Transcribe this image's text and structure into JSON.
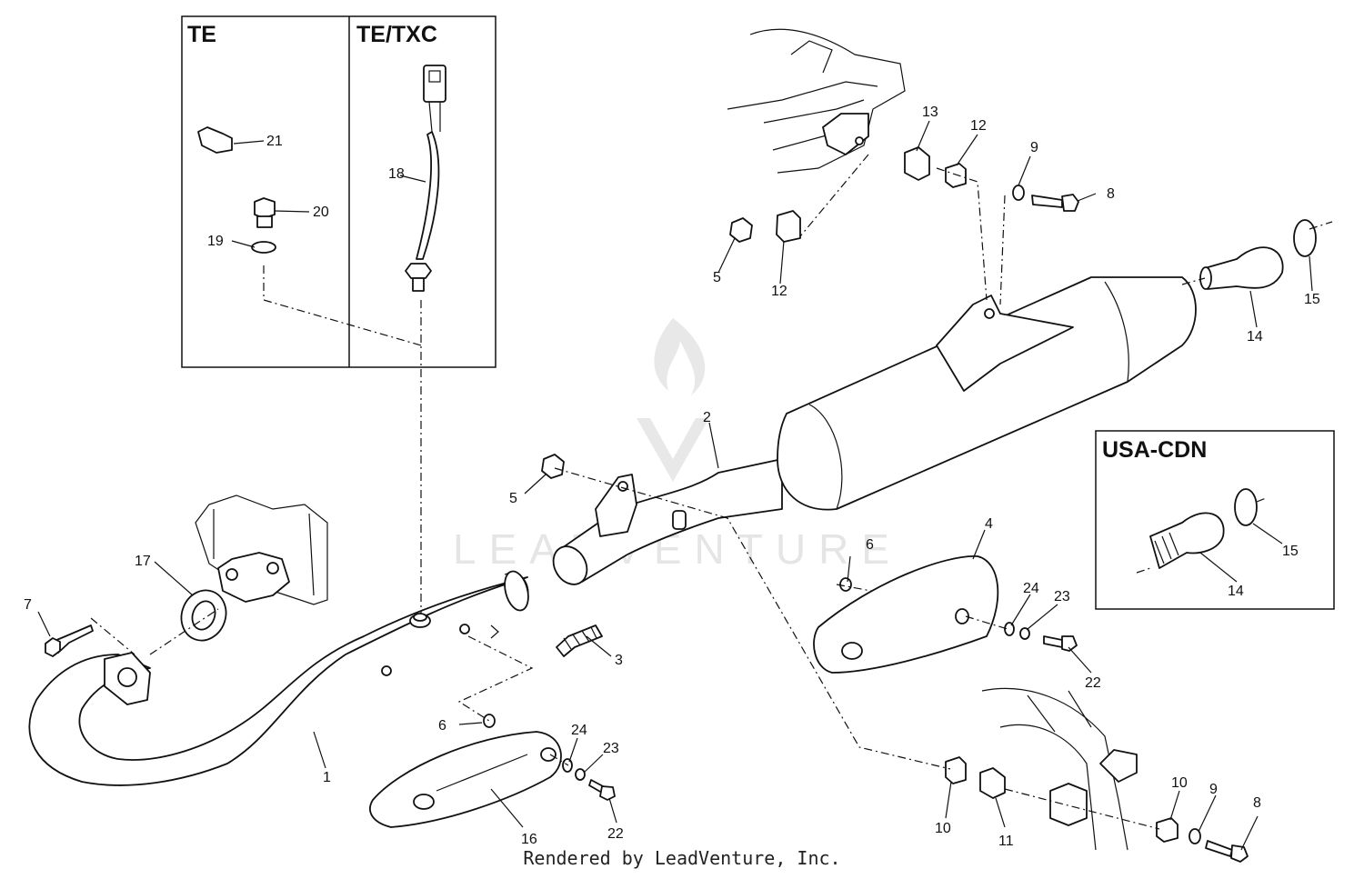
{
  "boxes": {
    "te": "TE",
    "te_txc": "TE/TXC",
    "usa_cdn": "USA-CDN"
  },
  "watermark": "LEADVENTURE",
  "footer": "Rendered by LeadVenture, Inc.",
  "callouts": {
    "c1": "1",
    "c2": "2",
    "c3": "3",
    "c4": "4",
    "c5a": "5",
    "c5b": "5",
    "c6a": "6",
    "c6b": "6",
    "c7": "7",
    "c8a": "8",
    "c8b": "8",
    "c9a": "9",
    "c9b": "9",
    "c10a": "10",
    "c10b": "10",
    "c11": "11",
    "c12a": "12",
    "c12b": "12",
    "c13": "13",
    "c14a": "14",
    "c14b": "14",
    "c15a": "15",
    "c15b": "15",
    "c16": "16",
    "c17": "17",
    "c18": "18",
    "c19": "19",
    "c20": "20",
    "c21": "21",
    "c22a": "22",
    "c22b": "22",
    "c23a": "23",
    "c23b": "23",
    "c24a": "24",
    "c24b": "24"
  }
}
